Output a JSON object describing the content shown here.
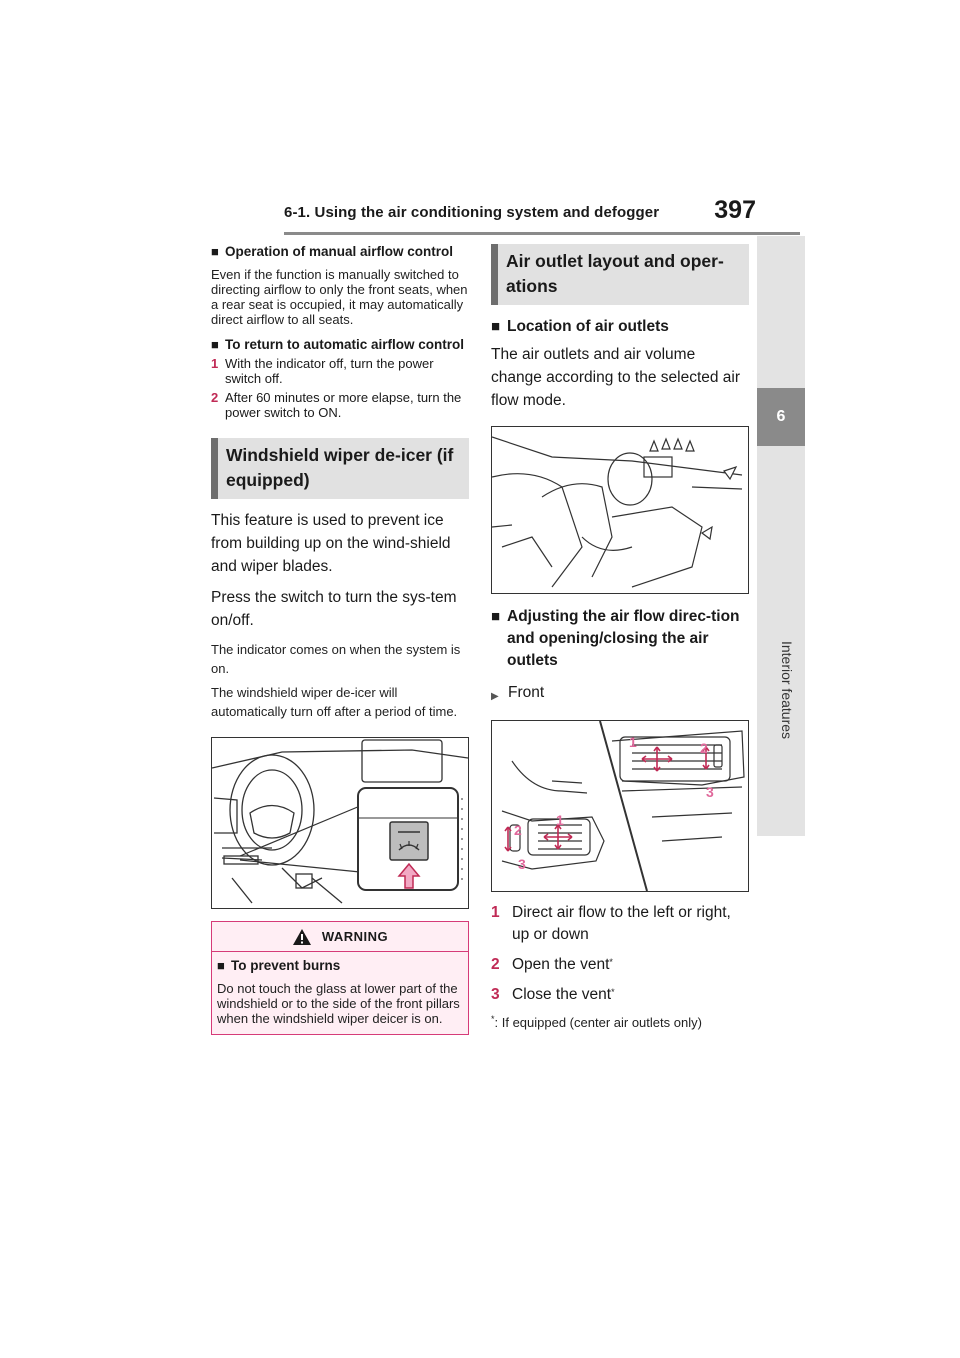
{
  "header": {
    "title": "6-1. Using the air conditioning system and defogger",
    "page_number": "397"
  },
  "side_tab": {
    "chapter_number": "6",
    "chapter_label": "Interior features"
  },
  "left_column": {
    "manual_airflow": {
      "heading": "Operation of manual airflow control",
      "text": "Even if the function is manually switched to directing airflow to only the front seats, when a rear seat is occupied, it may automatically direct airflow to all seats."
    },
    "auto_airflow": {
      "heading": "To return to automatic airflow control",
      "steps": [
        {
          "num": "1",
          "text": "With the indicator off, turn the power switch off."
        },
        {
          "num": "2",
          "text": "After 60 minutes or more elapse, turn the power switch to ON."
        }
      ]
    },
    "deicer": {
      "heading": "Windshield wiper de-icer (if equipped)",
      "body1": "This feature is used to prevent ice from building up on the wind-shield and wiper blades.",
      "body2": "Press the switch to turn the sys-tem on/off.",
      "note1": "The indicator comes on when the system is on.",
      "note2": "The windshield wiper de-icer will automatically turn off after a period of time."
    },
    "warning": {
      "title": "WARNING",
      "heading": "To prevent burns",
      "text": "Do not touch the glass at lower part of the windshield or to the side of the front pillars when the windshield wiper deicer is on."
    }
  },
  "right_column": {
    "section_heading": "Air outlet layout and oper-ations",
    "location": {
      "heading": "Location of air outlets",
      "text": "The air outlets and air volume change according to the selected air flow mode."
    },
    "adjusting": {
      "heading": "Adjusting the air flow direc-tion and opening/closing the air outlets",
      "front_label": "Front",
      "callout_1": "1",
      "callout_2": "2",
      "callout_3": "3",
      "steps": [
        {
          "num": "1",
          "text": "Direct air flow to the left or right, up or down"
        },
        {
          "num": "2",
          "text": "Open the vent"
        },
        {
          "num": "3",
          "text": "Close the vent"
        }
      ],
      "asterisk": "*",
      "footnote": ": If equipped (center air outlets only)"
    }
  },
  "colors": {
    "accent": "#c02a55",
    "warning_border": "#d63b78",
    "warning_bg": "#ffeef4",
    "heading_bg": "#e1e1e1"
  }
}
